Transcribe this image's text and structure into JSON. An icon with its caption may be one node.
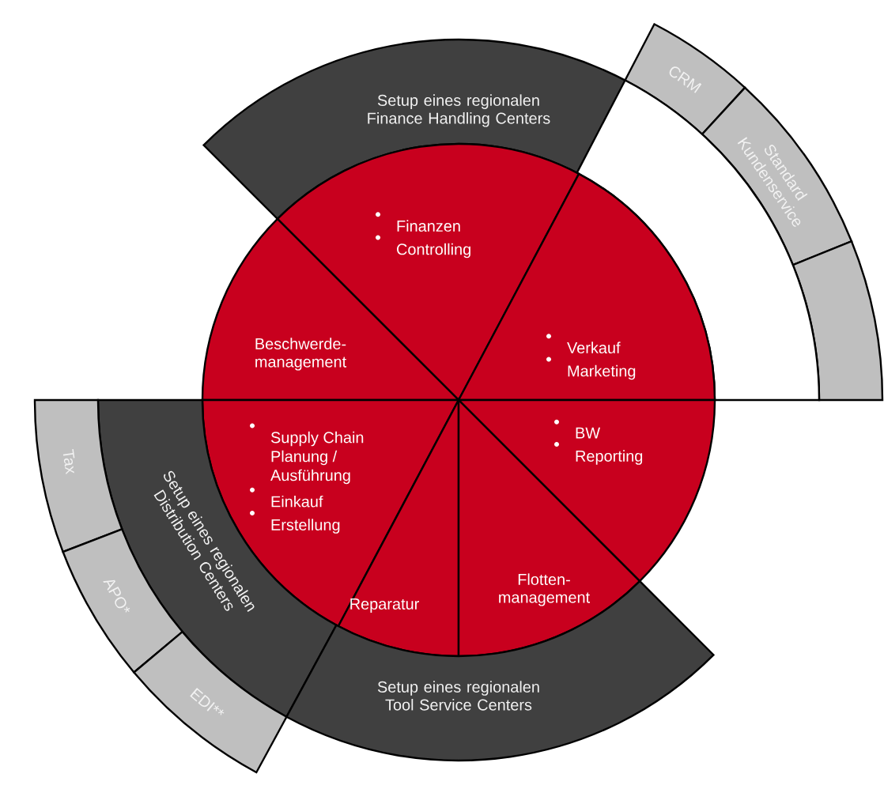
{
  "diagram": {
    "nodes": [
      {
        "text": [
          "Setup eines regionalen Finance Handling Centers"
        ]
      },
      {
        "text": [
          "CRM"
        ]
      },
      {
        "text": [
          "Standard Kundenservice"
        ]
      },
      {
        "text": [],
        "shape": "band"
      },
      {
        "text": [],
        "shape": "band"
      },
      {
        "text": [
          "Finanzen",
          "Controlling"
        ]
      },
      {
        "text": [
          "Beschwerde- management"
        ]
      },
      {
        "text": [
          "Verkauf",
          "Marketing"
        ]
      },
      {
        "text": [
          "Supply Chain Planung / Ausführung",
          "Einkauf",
          "Erstellung"
        ]
      },
      {
        "text": [
          "BW",
          "Reporting"
        ]
      },
      {
        "text": [
          "Reparatur"
        ]
      },
      {
        "text": [
          "Flotten- management"
        ]
      },
      {
        "text": [
          "Setup eines regionalen Distribution Centers"
        ]
      },
      {
        "text": [
          "Tax"
        ]
      },
      {
        "text": [
          "APO*"
        ]
      },
      {
        "text": [
          "EDI**"
        ]
      },
      {
        "text": [
          "Setup eines regionalen Tool Service Centers"
        ]
      }
    ]
  }
}
